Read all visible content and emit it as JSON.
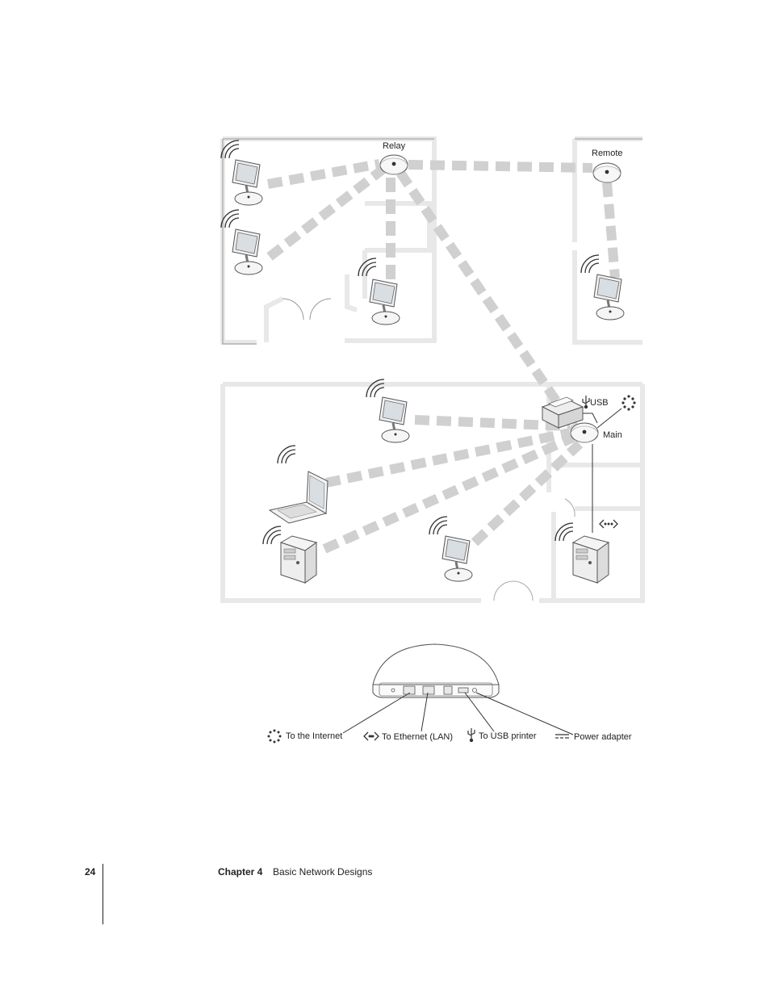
{
  "diagram": {
    "labels": {
      "relay": "Relay",
      "remote": "Remote",
      "main": "Main",
      "usb": "USB"
    },
    "legend": {
      "internet": "To the Internet",
      "ethernet": "To Ethernet (LAN)",
      "usb_printer": "To USB printer",
      "power": "Power adapter"
    }
  },
  "footer": {
    "page_number": "24",
    "chapter": "Chapter 4",
    "title": "Basic Network Designs"
  }
}
